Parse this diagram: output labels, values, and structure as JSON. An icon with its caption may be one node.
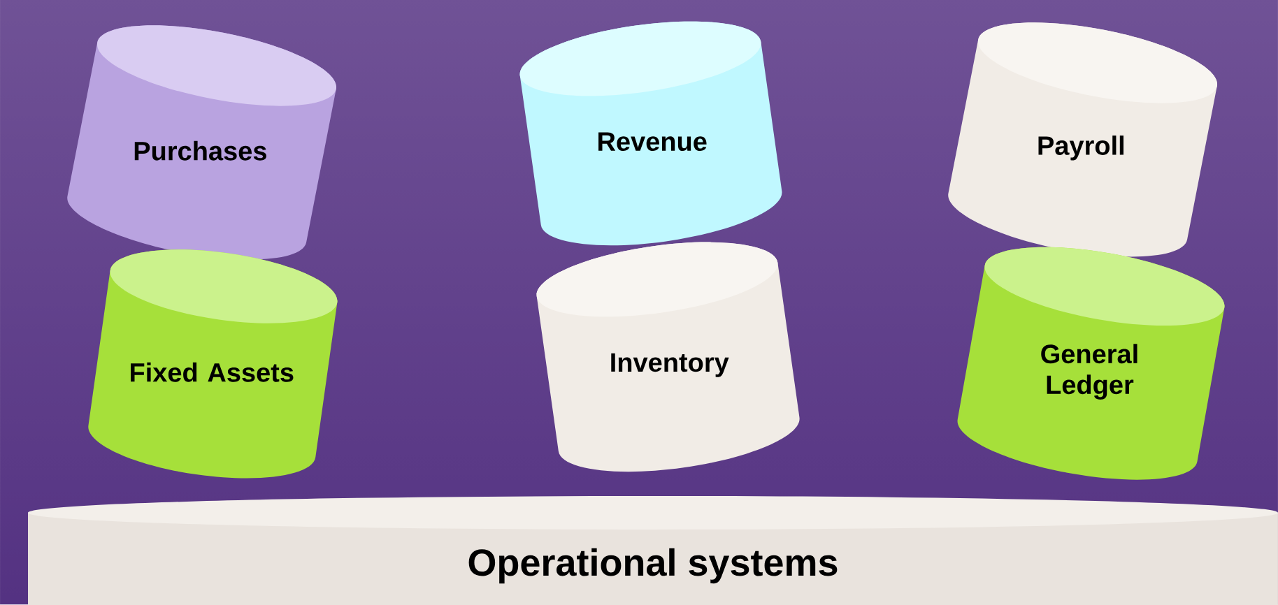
{
  "diagram": {
    "nodes": [
      {
        "text": [
          "Purchases"
        ]
      },
      {
        "text": [
          "Revenue"
        ]
      },
      {
        "text": [
          "Payroll"
        ]
      },
      {
        "text": [
          "Fixed Assets"
        ]
      },
      {
        "text": [
          "Inventory"
        ]
      },
      {
        "text": [
          "General Ledger"
        ]
      },
      {
        "text": [
          "Operational systems"
        ]
      }
    ]
  }
}
